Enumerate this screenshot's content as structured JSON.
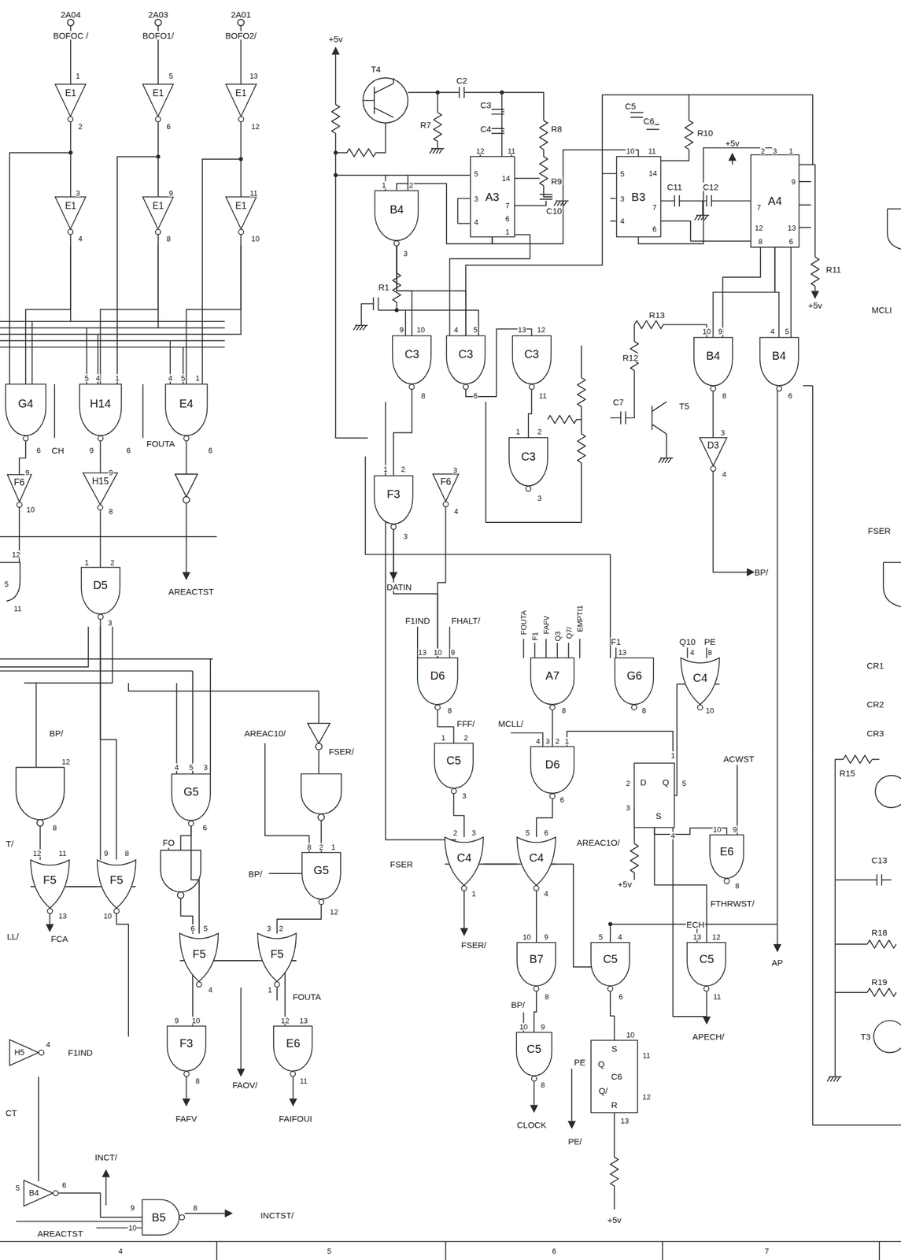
{
  "diagram": {
    "nodes": [
      {
        "text": [
          "E1"
        ]
      },
      {
        "text": [
          "E1"
        ]
      },
      {
        "text": [
          "E1"
        ]
      },
      {
        "text": [
          "A3"
        ]
      },
      {
        "text": [
          "B3"
        ]
      },
      {
        "text": [
          "A4"
        ]
      },
      {
        "text": [
          "B4"
        ]
      },
      {
        "text": [
          "E1"
        ]
      },
      {
        "text": [
          "E1"
        ]
      },
      {
        "text": [
          "E1"
        ]
      },
      {
        "text": [
          "C3"
        ]
      },
      {
        "text": [
          "C3"
        ]
      },
      {
        "text": [
          "C3"
        ]
      },
      {
        "text": [
          "B4"
        ]
      },
      {
        "text": [
          "B4"
        ]
      },
      {
        "text": [
          "G4"
        ]
      },
      {
        "text": [
          "H14"
        ]
      },
      {
        "text": [
          "E4"
        ]
      },
      {
        "text": [
          "C3"
        ]
      },
      {
        "text": [
          "F6"
        ]
      },
      {
        "text": [
          "H15"
        ]
      },
      {
        "text": [
          "D3"
        ]
      },
      {
        "text": [
          "F3"
        ]
      },
      {
        "text": [
          "F6"
        ]
      },
      {
        "text": [
          "D5"
        ]
      },
      {
        "text": [
          "D6"
        ]
      },
      {
        "text": [
          "A7"
        ]
      },
      {
        "text": [
          "G6"
        ]
      },
      {
        "text": [
          "C4"
        ]
      },
      {
        "text": [
          "C5"
        ]
      },
      {
        "text": [
          "D6"
        ]
      },
      {
        "text": [
          "D",
          "Q",
          "S"
        ]
      },
      {
        "text": [
          "E6"
        ]
      },
      {
        "text": [
          "G5"
        ]
      },
      {
        "text": [
          "G5"
        ]
      },
      {
        "text": [
          "F5"
        ]
      },
      {
        "text": [
          "F5"
        ]
      },
      {
        "text": [
          "F5"
        ]
      },
      {
        "text": [
          "F5"
        ]
      },
      {
        "text": [
          "C4"
        ]
      },
      {
        "text": [
          "C4"
        ]
      },
      {
        "text": [
          "B7"
        ]
      },
      {
        "text": [
          "C5"
        ]
      },
      {
        "text": [
          "C5"
        ]
      },
      {
        "text": [
          "F3"
        ]
      },
      {
        "text": [
          "E6"
        ]
      },
      {
        "text": [
          "C5"
        ]
      },
      {
        "text": [
          "S",
          "Q",
          "C6",
          "Q/",
          "R"
        ]
      },
      {
        "text": [
          "B5"
        ]
      },
      {
        "text": [
          "B4"
        ]
      },
      {
        "text": [
          "H5"
        ]
      }
    ],
    "edges": [
      {
        "from": 0,
        "to": 7,
        "arrow": "none"
      },
      {
        "from": 1,
        "to": 8,
        "arrow": "none"
      },
      {
        "from": 2,
        "to": 9,
        "arrow": "none"
      },
      {
        "from": 7,
        "to": 15,
        "arrow": "none"
      },
      {
        "from": 8,
        "to": 16,
        "arrow": "none"
      },
      {
        "from": 9,
        "to": 17,
        "arrow": "none"
      },
      {
        "from": 16,
        "to": 20,
        "arrow": "none"
      },
      {
        "from": 20,
        "to": 24,
        "arrow": "none"
      },
      {
        "from": 15,
        "to": 19,
        "arrow": "none"
      },
      {
        "from": 3,
        "to": 6,
        "arrow": "none"
      },
      {
        "from": 3,
        "to": 4,
        "arrow": "none"
      },
      {
        "from": 4,
        "to": 5,
        "arrow": "none"
      },
      {
        "from": 6,
        "to": 10,
        "arrow": "none"
      },
      {
        "from": 6,
        "to": 11,
        "arrow": "none"
      },
      {
        "from": 11,
        "to": 12,
        "arrow": "none"
      },
      {
        "from": 12,
        "to": 18,
        "arrow": "none"
      },
      {
        "from": 10,
        "to": 22,
        "arrow": "none"
      },
      {
        "from": 5,
        "to": 13,
        "arrow": "none"
      },
      {
        "from": 5,
        "to": 14,
        "arrow": "none"
      },
      {
        "from": 13,
        "to": 21,
        "arrow": "none"
      },
      {
        "from": 22,
        "to": 25,
        "arrow": "none"
      },
      {
        "from": 23,
        "to": 25,
        "arrow": "none"
      },
      {
        "from": 25,
        "to": 29,
        "arrow": "none"
      },
      {
        "from": 29,
        "to": 39,
        "arrow": "none"
      },
      {
        "from": 26,
        "to": 30,
        "arrow": "none"
      },
      {
        "from": 30,
        "to": 40,
        "arrow": "none"
      },
      {
        "from": 39,
        "to": 40,
        "arrow": "none"
      },
      {
        "from": 40,
        "to": 39,
        "arrow": "none"
      },
      {
        "from": 40,
        "to": 41,
        "arrow": "none"
      },
      {
        "from": 40,
        "to": 42,
        "arrow": "none"
      },
      {
        "from": 41,
        "to": 46,
        "arrow": "none"
      },
      {
        "from": 42,
        "to": 47,
        "arrow": "none"
      },
      {
        "from": 28,
        "to": 31,
        "arrow": "none"
      },
      {
        "from": 31,
        "to": 32,
        "arrow": "none"
      },
      {
        "from": 31,
        "to": 43,
        "arrow": "none"
      },
      {
        "from": 24,
        "to": 36,
        "arrow": "none"
      },
      {
        "from": 35,
        "to": 36,
        "arrow": "none"
      },
      {
        "from": 36,
        "to": 35,
        "arrow": "none"
      },
      {
        "from": 33,
        "to": 37,
        "arrow": "none"
      },
      {
        "from": 34,
        "to": 38,
        "arrow": "none"
      },
      {
        "from": 37,
        "to": 38,
        "arrow": "none"
      },
      {
        "from": 38,
        "to": 37,
        "arrow": "none"
      },
      {
        "from": 37,
        "to": 44,
        "arrow": "none"
      },
      {
        "from": 38,
        "to": 45,
        "arrow": "none"
      },
      {
        "from": 49,
        "to": 48,
        "arrow": "none"
      }
    ],
    "labels": [
      "2A04",
      "BOFOC /",
      "2A03",
      "BOFO1/",
      "2A01",
      "BOFO2/",
      "1",
      "2",
      "5",
      "6",
      "13",
      "12",
      "3",
      "4",
      "9",
      "8",
      "11",
      "10",
      "+5v",
      "T4",
      "C2",
      "R7",
      "C3",
      "C4",
      "R8",
      "R9",
      "C10",
      "12",
      "11",
      "5",
      "14",
      "3",
      "7",
      "4",
      "6",
      "1",
      "C5",
      "C6",
      "R10",
      "10",
      "11",
      "5",
      "14",
      "3",
      "7",
      "4",
      "6",
      "C11",
      "C12",
      "+5v",
      "2",
      "3",
      "1",
      "9",
      "7",
      "13",
      "12",
      "8",
      "6",
      "R11",
      "+5v",
      "1",
      "2",
      "3",
      "R1",
      "9",
      "10",
      "8",
      "4",
      "5",
      "6",
      "13",
      "12",
      "11",
      "1",
      "2",
      "3",
      "R13",
      "R12",
      "C7",
      "T5",
      "10",
      "9",
      "8",
      "4",
      "5",
      "6",
      "3",
      "4",
      "1",
      "2",
      "3",
      "3",
      "4",
      "DATIN",
      "6",
      "9",
      "10",
      "12",
      "5",
      "11",
      "CH",
      "5",
      "4",
      "1",
      "9",
      "6",
      "FOUTA",
      "9",
      "8",
      "4",
      "5",
      "1",
      "6",
      "AREACTST",
      "1",
      "2",
      "3",
      "BP/",
      "12",
      "8",
      "12",
      "11",
      "13",
      "FCA",
      "9",
      "8",
      "10",
      "4",
      "5",
      "3",
      "6",
      "FO",
      "AREAC10/",
      "FSER/",
      "8",
      "2",
      "1",
      "12",
      "BP/",
      "6",
      "5",
      "4",
      "3",
      "2",
      "1",
      "FOUTA",
      "9",
      "10",
      "8",
      "FAFV",
      "FAOV/",
      "12",
      "13",
      "11",
      "FAIFOUI",
      "F1IND",
      "FHALT/",
      "13",
      "10",
      "9",
      "8",
      "FFF/",
      "1",
      "2",
      "3",
      "FSER",
      "2",
      "3",
      "1",
      "FSER/",
      "FOUTA",
      "F1",
      "FAFV",
      "Q3",
      "Q7/",
      "EMPTI1",
      "8",
      "MCLL/",
      "4",
      "3",
      "2",
      "1",
      "6",
      "AREAC1O/",
      "5",
      "6",
      "4",
      "F1",
      "13",
      "8",
      "Q10",
      "PE",
      "4",
      "8",
      "10",
      "BP/",
      "1",
      "2",
      "5",
      "3",
      "4",
      "+5v",
      "ACWST",
      "10",
      "9",
      "8",
      "FTHRWST/",
      "ECH",
      "13",
      "12",
      "11",
      "APECH/",
      "AP",
      "10",
      "9",
      "8",
      "BP/",
      "5",
      "4",
      "6",
      "10",
      "9",
      "8",
      "CLOCK",
      "10",
      "11",
      "12",
      "13",
      "PE",
      "PE/",
      "+5v",
      "INCT/",
      "9",
      "10",
      "8",
      "INCTST/",
      "AREACTST",
      "5",
      "6",
      "F1IND",
      "4",
      "CT",
      "LL/",
      "T/",
      "FSER",
      "MCLI",
      "CR1",
      "CR2",
      "CR3",
      "R15",
      "C13",
      "R18",
      "R19",
      "T3",
      "4",
      "5",
      "6",
      "7"
    ]
  }
}
